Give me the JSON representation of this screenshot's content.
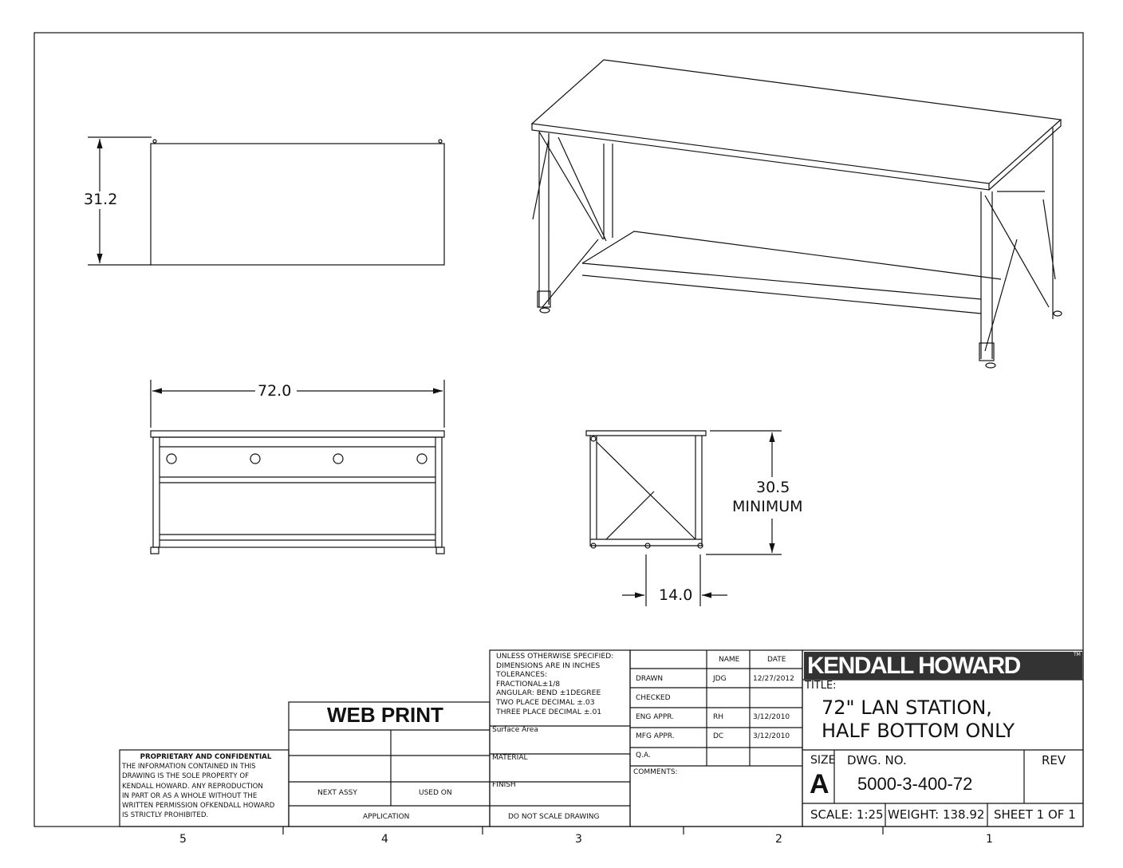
{
  "views": {
    "top_height": "31.2",
    "front_width": "72.0",
    "side_height": "30.5",
    "side_height_note": "MINIMUM",
    "side_depth": "14.0"
  },
  "zones": [
    "5",
    "4",
    "3",
    "2",
    "1"
  ],
  "proprietary": {
    "heading": "PROPRIETARY AND CONFIDENTIAL",
    "lines": [
      "THE INFORMATION CONTAINED IN THIS",
      "DRAWING IS THE SOLE PROPERTY OF",
      "KENDALL HOWARD.  ANY REPRODUCTION",
      "IN PART OR AS A WHOLE WITHOUT THE",
      "WRITTEN PERMISSION OFKENDALL HOWARD",
      "IS STRICTLY PROHIBITED."
    ]
  },
  "web_print": {
    "label": "WEB PRINT",
    "next_assy": "NEXT ASSY",
    "used_on": "USED ON",
    "application": "APPLICATION"
  },
  "tolerances": {
    "lines": [
      "UNLESS OTHERWISE SPECIFIED:",
      " DIMENSIONS ARE IN INCHES",
      " TOLERANCES:",
      " FRACTIONAL±1/8",
      " ANGULAR: BEND ±1DEGREE",
      " TWO PLACE DECIMAL  ±.03",
      " THREE PLACE DECIMAL ±.01"
    ],
    "surface_area": "Surface Area",
    "material": "MATERIAL",
    "finish": "FINISH",
    "no_scale": "DO NOT SCALE DRAWING"
  },
  "approvals": {
    "name_header": "NAME",
    "date_header": "DATE",
    "rows": [
      {
        "role": "DRAWN",
        "name": "JDG",
        "date": "12/27/2012"
      },
      {
        "role": "CHECKED",
        "name": "",
        "date": ""
      },
      {
        "role": "ENG APPR.",
        "name": "RH",
        "date": "3/12/2010"
      },
      {
        "role": "MFG APPR.",
        "name": "DC",
        "date": "3/12/2010"
      },
      {
        "role": "Q.A.",
        "name": "",
        "date": ""
      }
    ],
    "comments": "COMMENTS:"
  },
  "title_block": {
    "company": "KENDALL HOWARD",
    "trademark": "TM",
    "title_label": "TITLE:",
    "title_line1": "72\" LAN STATION,",
    "title_line2": "HALF BOTTOM ONLY",
    "size_label": "SIZE",
    "size": "A",
    "dwg_label": "DWG.  NO.",
    "dwg_no": "5000-3-400-72",
    "rev_label": "REV",
    "scale": "SCALE: 1:25",
    "weight": "WEIGHT:  138.92",
    "sheet": "SHEET 1 OF 1"
  }
}
